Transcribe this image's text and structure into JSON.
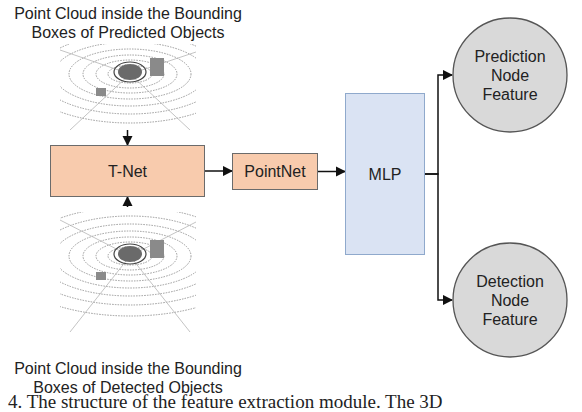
{
  "diagram": {
    "caption": "4. The structure of the feature extraction module. The 3D",
    "nodes": [
      {
        "text": [
          "Point Cloud inside the Bounding Boxes of Predicted Objects"
        ]
      },
      {
        "text": [
          "T-Net"
        ]
      },
      {
        "text": [
          "PointNet"
        ]
      },
      {
        "text": [
          "MLP"
        ]
      },
      {
        "text": [
          "Prediction Node Feature"
        ]
      },
      {
        "text": [
          "Detection Node Feature"
        ]
      },
      {
        "text": [
          "Point Cloud inside the Bounding Boxes of Detected Objects"
        ]
      }
    ],
    "edges": [
      {
        "from": 0,
        "to": 1,
        "arrow": "to"
      },
      {
        "from": 6,
        "to": 1,
        "arrow": "to"
      },
      {
        "from": 1,
        "to": 2,
        "arrow": "to"
      },
      {
        "from": 2,
        "to": 3,
        "arrow": "to"
      },
      {
        "from": 3,
        "to": 4,
        "arrow": "to"
      },
      {
        "from": 3,
        "to": 5,
        "arrow": "to"
      }
    ]
  }
}
